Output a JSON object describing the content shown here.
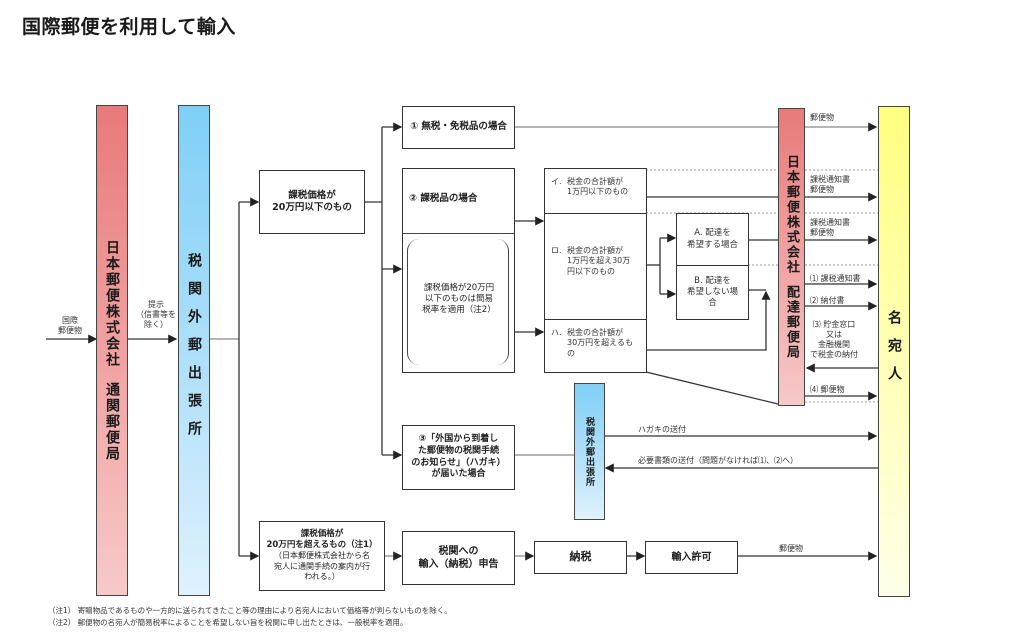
{
  "title": "国際郵便を利用して輸入",
  "colors": {
    "post_office": "#e87a7a",
    "customs": "#7fcff7",
    "addressee": "#ffff80"
  },
  "bars": {
    "post_office_left": {
      "line1": "日本郵便株式会社",
      "line2": "通関郵便局"
    },
    "customs_main": "税関外郵出張所",
    "post_office_right": {
      "line1": "日本郵便株式会社",
      "line2": "配達郵便局"
    },
    "addressee": "名宛人",
    "customs_small": "税関外郵出張所"
  },
  "labels": {
    "intl_mail": "国際\n郵便物",
    "presentation": "提示\n（信書等を\n除く）"
  },
  "boxes": {
    "under_200k": "課税価格が\n20万円以下のもの",
    "case1": "① 無税・免税品の場合",
    "case2": "② 課税品の場合",
    "simple_rate": "課税価格が20万円\n以下のものは簡易\n税率を適用（注2）",
    "case3": "③「外国から到着し\nた郵便物の税関手続\nのお知らせ」（ハガキ）\nが届いた場合",
    "over_200k_title": "課税価格が\n20万円を超えるもの（注1）",
    "over_200k_sub": "（日本郵便株式会社から名\n宛人に通関手続の案内が行\nわれる。）",
    "declaration": "税関への\n輸入（納税）申告",
    "payment": "納税",
    "permit": "輸入許可"
  },
  "sub_cases": [
    {
      "tag": "イ.",
      "text": "税金の合計額が\n1万円以下のもの"
    },
    {
      "tag": "ロ.",
      "text": "税金の合計額が\n1万円を超え30万\n円以下のもの"
    },
    {
      "tag": "ハ.",
      "text": "税金の合計額が\n30万円を超えるも\nの"
    }
  ],
  "delivery_options": [
    {
      "text": "A. 配達を\n希望する場合"
    },
    {
      "text": "B. 配達を\n希望しない場\n合"
    }
  ],
  "right_flows": {
    "mail1": "郵便物",
    "notice_mail_a": "課税通知書\n郵便物",
    "notice_mail_b": "課税通知書\n郵便物",
    "step1": "⑴ 課税通知書",
    "step2": "⑵ 納付書",
    "step3": "⑶ 貯金窓口\n又は\n金融機関\nで税金の納付",
    "step4": "⑷ 郵便物"
  },
  "postcard_flows": {
    "send_postcard": "ハガキの送付",
    "send_documents": "必要書類の送付（問題がなければ⑴、⑵へ）"
  },
  "final_mail": "郵便物",
  "notes": [
    "（注1） 寄贈物品であるものや一方的に送られてきたこと等の理由により名宛人において価格等が判らないものを除く。",
    "（注2） 郵便物の名宛人が簡易税率によることを希望しない旨を税関に申し出たときは、一般税率を適用。"
  ]
}
